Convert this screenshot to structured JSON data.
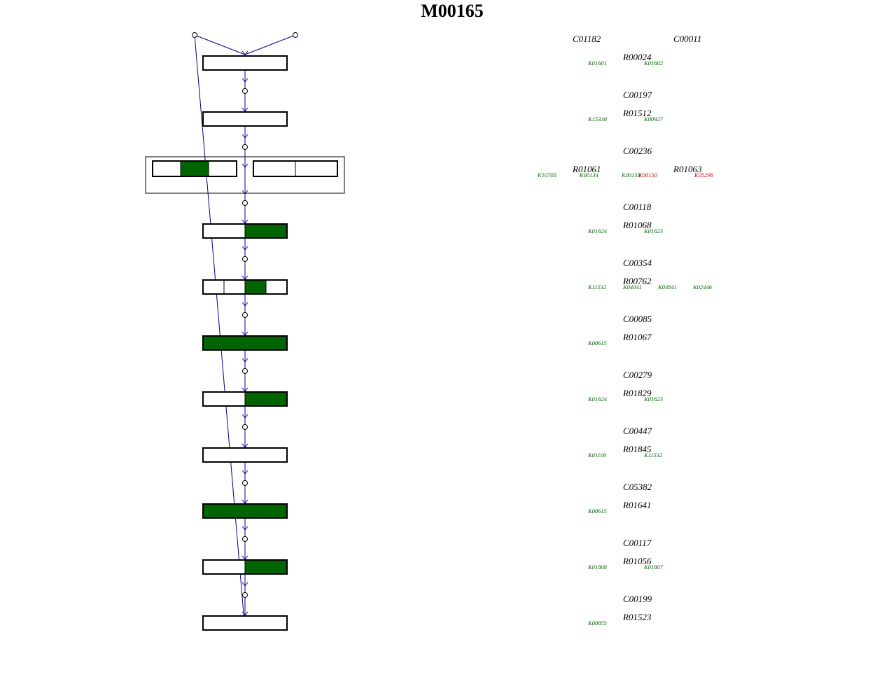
{
  "title": "M00165",
  "colors": {
    "present": "#006400",
    "absent": "#ffffff",
    "edge": "#00008b",
    "ko_present": "#006400",
    "ko_missing": "#cc0000"
  },
  "compounds": [
    "C01182",
    "C00011",
    "C00197",
    "C00236",
    "C00118",
    "C00354",
    "C00085",
    "C00279",
    "C00447",
    "C05382",
    "C00117",
    "C00199"
  ],
  "steps": [
    {
      "boxes": [
        [
          0
        ]
      ],
      "reactions": [
        "R00024"
      ],
      "kos": [
        {
          "id": "K01601",
          "present": true
        },
        {
          "id": "K01602",
          "present": true
        }
      ]
    },
    {
      "boxes": [
        [
          0
        ]
      ],
      "reactions": [
        "R01512"
      ],
      "kos": [
        {
          "id": "K15330",
          "present": true
        },
        {
          "id": "K00927",
          "present": true
        }
      ]
    },
    {
      "boxes": [
        [
          0,
          1,
          0
        ],
        [
          0,
          0
        ]
      ],
      "reactions": [
        "R01061",
        "R01063"
      ],
      "kos": [
        {
          "id": "K10705",
          "present": true
        },
        {
          "id": "K00134",
          "present": true
        },
        {
          "id": "K00150",
          "present": true
        },
        {
          "id": "K00150",
          "present": false
        },
        {
          "id": "K05298",
          "present": false
        }
      ]
    },
    {
      "boxes": [
        [
          0,
          1
        ]
      ],
      "reactions": [
        "R01068"
      ],
      "kos": [
        {
          "id": "K01624",
          "present": true
        },
        {
          "id": "K01623",
          "present": true
        }
      ]
    },
    {
      "boxes": [
        [
          0,
          0,
          1,
          0
        ]
      ],
      "reactions": [
        "R00762"
      ],
      "kos": [
        {
          "id": "K11532",
          "present": true
        },
        {
          "id": "K04041",
          "present": true
        },
        {
          "id": "K03841",
          "present": true
        },
        {
          "id": "K02446",
          "present": true
        }
      ]
    },
    {
      "boxes": [
        [
          1
        ]
      ],
      "reactions": [
        "R01067"
      ],
      "kos": [
        {
          "id": "K00615",
          "present": true
        }
      ]
    },
    {
      "boxes": [
        [
          0,
          1
        ]
      ],
      "reactions": [
        "R01829"
      ],
      "kos": [
        {
          "id": "K01624",
          "present": true
        },
        {
          "id": "K01623",
          "present": true
        }
      ]
    },
    {
      "boxes": [
        [
          0
        ]
      ],
      "reactions": [
        "R01845"
      ],
      "kos": [
        {
          "id": "K01100",
          "present": true
        },
        {
          "id": "K11532",
          "present": true
        }
      ]
    },
    {
      "boxes": [
        [
          1
        ]
      ],
      "reactions": [
        "R01641"
      ],
      "kos": [
        {
          "id": "K00615",
          "present": true
        }
      ]
    },
    {
      "boxes": [
        [
          0,
          1
        ]
      ],
      "reactions": [
        "R01056"
      ],
      "kos": [
        {
          "id": "K01808",
          "present": true
        },
        {
          "id": "K01807",
          "present": true
        }
      ]
    },
    {
      "boxes": [
        [
          0
        ]
      ],
      "reactions": [
        "R01523"
      ],
      "kos": [
        {
          "id": "K00855",
          "present": true
        }
      ]
    }
  ]
}
